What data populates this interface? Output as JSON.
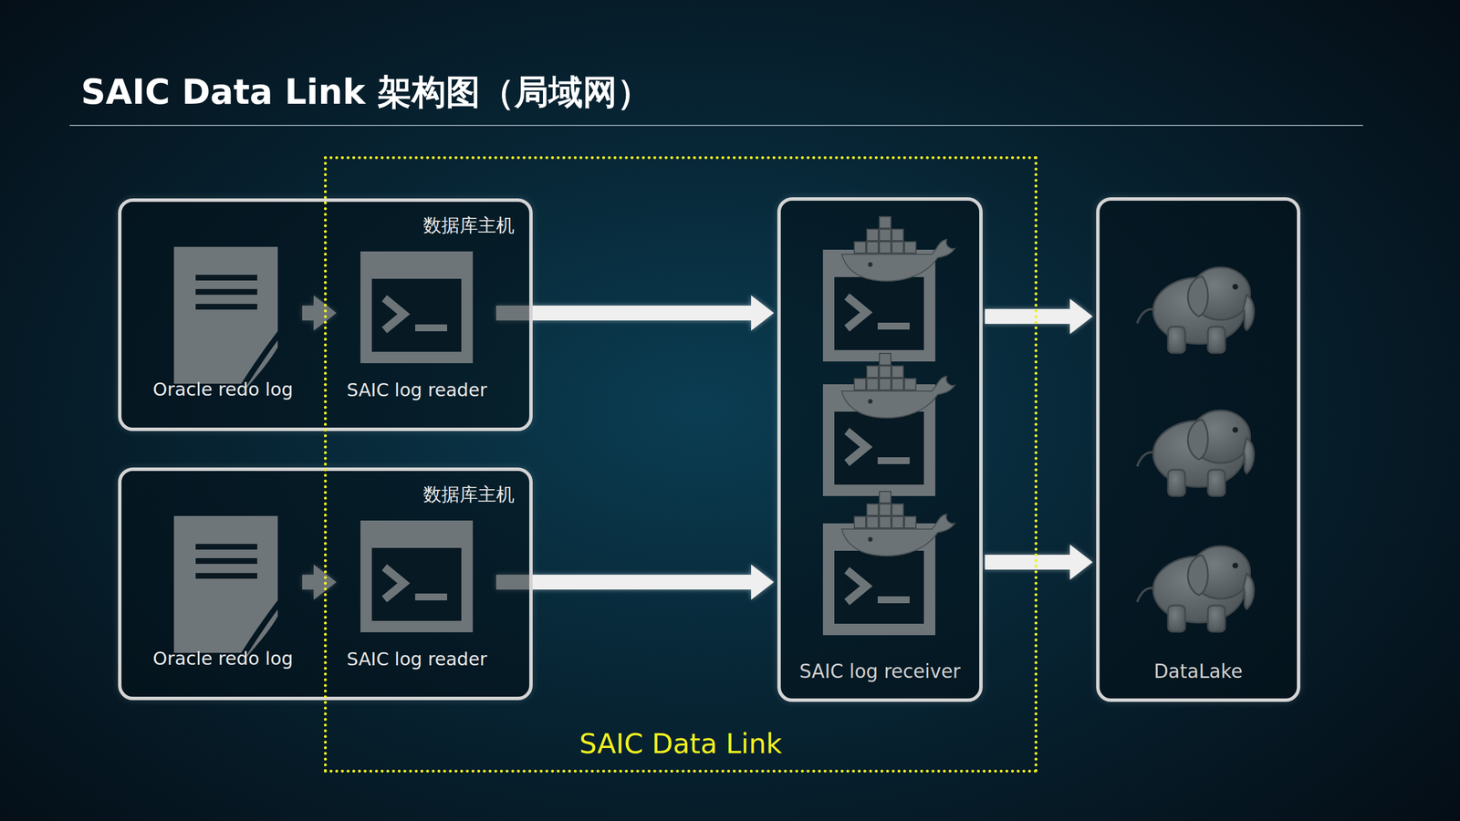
{
  "diagram": {
    "title": "SAIC Data Link 架构图（局域网）",
    "nodes": [
      {
        "text": [
          "数据库主机"
        ]
      },
      {
        "text": [
          "Oracle redo log"
        ],
        "in": 0
      },
      {
        "text": [
          "SAIC log reader"
        ],
        "in": 0
      },
      {
        "text": [
          "数据库主机"
        ]
      },
      {
        "text": [
          "Oracle redo log"
        ],
        "in": 3
      },
      {
        "text": [
          "SAIC log reader"
        ],
        "in": 3
      },
      {
        "text": [
          "SAIC log receiver"
        ]
      },
      {
        "text": [
          "DataLake"
        ]
      },
      {
        "text": [
          "SAIC Data Link"
        ]
      }
    ],
    "edges": [
      {
        "from": 1,
        "to": 2,
        "arrow": "to"
      },
      {
        "from": 2,
        "to": 6,
        "arrow": "to"
      },
      {
        "from": 4,
        "to": 5,
        "arrow": "to"
      },
      {
        "from": 5,
        "to": 6,
        "arrow": "to"
      },
      {
        "from": 6,
        "to": 7,
        "arrow": "to"
      },
      {
        "from": 6,
        "to": 7,
        "arrow": "to"
      }
    ]
  }
}
